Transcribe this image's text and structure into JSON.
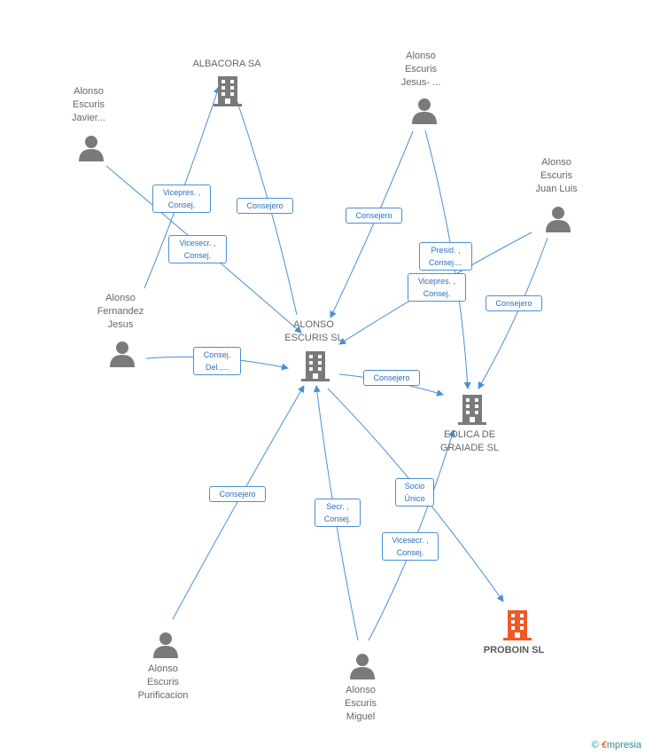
{
  "nodes": {
    "albacora": {
      "label": "ALBACORA SA"
    },
    "javier": {
      "line1": "Alonso",
      "line2": "Escuris",
      "line3": "Javier..."
    },
    "jesus_dots": {
      "line1": "Alonso",
      "line2": "Escuris",
      "line3": "Jesus- ..."
    },
    "juan_luis": {
      "line1": "Alonso",
      "line2": "Escuris",
      "line3": "Juan Luis"
    },
    "fernandez": {
      "line1": "Alonso",
      "line2": "Fernandez",
      "line3": "Jesus"
    },
    "central": {
      "line1": "ALONSO",
      "line2": "ESCURIS SL"
    },
    "eolica": {
      "line1": "EOLICA DE",
      "line2": "GRAIADE SL"
    },
    "purificacion": {
      "line1": "Alonso",
      "line2": "Escuris",
      "line3": "Purificacion"
    },
    "miguel": {
      "line1": "Alonso",
      "line2": "Escuris",
      "line3": "Miguel"
    },
    "proboin": {
      "label": "PROBOIN SL"
    }
  },
  "edge_labels": {
    "e1": {
      "line1": "Vicepres. ,",
      "line2": "Consej."
    },
    "e2": {
      "line1": "Consejero"
    },
    "e3": {
      "line1": "Vicesecr. ,",
      "line2": "Consej."
    },
    "e4": {
      "line1": "Consejero"
    },
    "e5": {
      "line1": "Presid. ,",
      "line2": "Consej...."
    },
    "e6": {
      "line1": "Vicepres. ,",
      "line2": "Consej."
    },
    "e7": {
      "line1": "Consejero"
    },
    "e8": {
      "line1": "Consej.",
      "line2": "Del.,..."
    },
    "e9": {
      "line1": "Consejero"
    },
    "e10": {
      "line1": "Socio",
      "line2": "Único"
    },
    "e11": {
      "line1": "Consejero"
    },
    "e12": {
      "line1": "Secr. ,",
      "line2": "Consej."
    },
    "e13": {
      "line1": "Vicesecr. ,",
      "line2": "Consej."
    }
  },
  "colors": {
    "edge": "#4a8fd6",
    "icon": "#7a7a7a",
    "highlight": "#f05a28"
  },
  "footer": {
    "copyright": "©",
    "brand_e": "€",
    "brand_rest": "mpresia"
  }
}
